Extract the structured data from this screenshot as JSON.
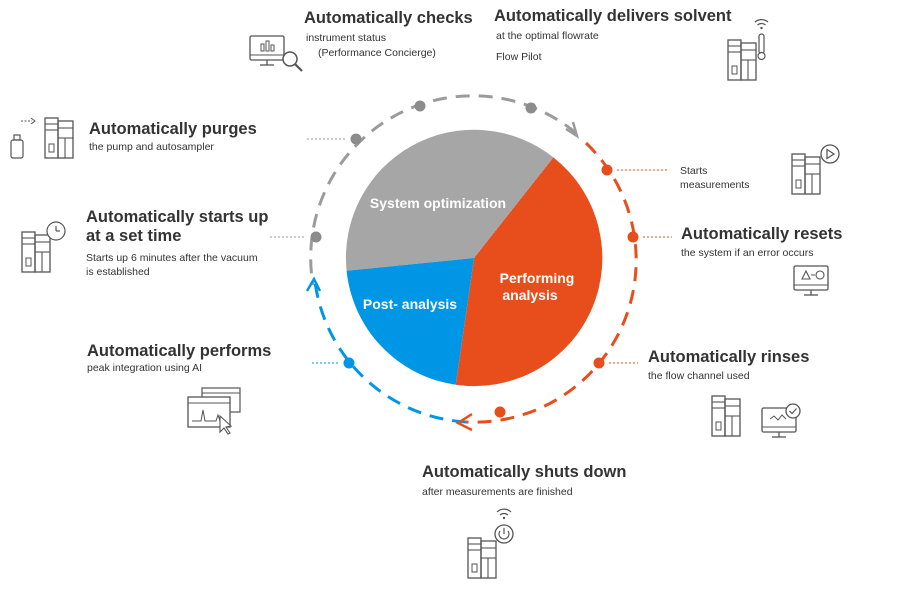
{
  "colors": {
    "gray": "#9b9b9b",
    "gray_dot": "#8c8c8c",
    "orange": "#e84e1b",
    "blue": "#0096e6",
    "text": "#333333",
    "icon": "#555555"
  },
  "center": {
    "system_optimization": "System optimization",
    "performing_line1": "Performing",
    "performing_line2": "analysis",
    "post_analysis": "Post- analysis"
  },
  "steps": {
    "checks": {
      "title": "Automatically checks",
      "line1": "instrument status",
      "line2": "(Performance Concierge)",
      "icon": "monitor-chart-magnifier-icon"
    },
    "delivers": {
      "title": "Automatically delivers solvent",
      "line1": "at the optimal flowrate",
      "line2": "Flow Pilot",
      "icon": "instrument-thermometer-wifi-icon"
    },
    "purges": {
      "title": "Automatically purges",
      "line1": "the pump and autosampler",
      "icon": "bottle-instrument-icon"
    },
    "starts_up": {
      "title_line1": "Automatically starts up",
      "title_line2": "at a set time",
      "line1": "Starts up 6 minutes after the vacuum",
      "line2": "is established",
      "icon": "instrument-clock-icon"
    },
    "starts_meas": {
      "line1": "Starts",
      "line2": "measurements",
      "icon": "instrument-play-icon"
    },
    "resets": {
      "title": "Automatically resets",
      "line1": "the system if an error occurs",
      "icon": "monitor-warning-check-icon"
    },
    "performs": {
      "title": "Automatically performs",
      "line1": "peak integration using AI",
      "icon": "windows-chromatogram-cursor-icon"
    },
    "rinses": {
      "title": "Automatically rinses",
      "line1": "the flow channel used",
      "icon": "instrument-monitor-check-icon"
    },
    "shuts_down": {
      "title": "Automatically shuts down",
      "line1": "after measurements are finished",
      "icon": "instrument-power-wifi-icon"
    }
  }
}
